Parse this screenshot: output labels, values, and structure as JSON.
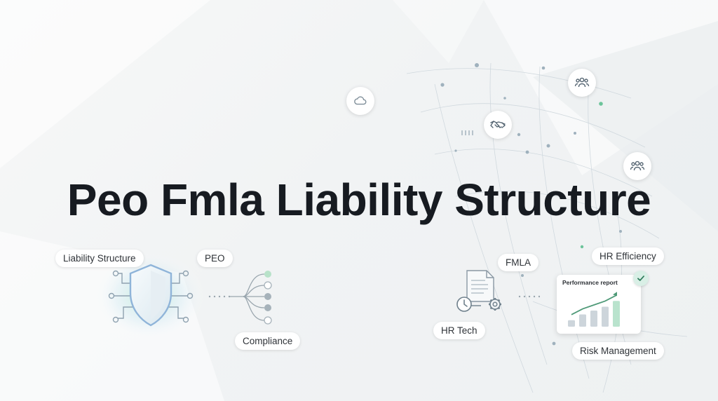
{
  "title": "Peo Fmla Liability Structure",
  "labels": {
    "liability_structure": "Liability Structure",
    "peo": "PEO",
    "compliance": "Compliance",
    "fmla": "FMLA",
    "hr_efficiency": "HR Efficiency",
    "hr_tech": "HR Tech",
    "risk_management": "Risk Management"
  },
  "report": {
    "title": "Performance report",
    "bar_levels": [
      0.2,
      0.38,
      0.5,
      0.62,
      0.8
    ]
  },
  "icons": {
    "cloud": "cloud-icon",
    "handshake": "handshake-icon",
    "people_top": "people-icon",
    "people_right": "people-icon",
    "shield": "shield-icon",
    "branch": "branch-icon",
    "document_gear": "document-gear-icon",
    "check": "check-icon"
  },
  "colors": {
    "title": "#171b21",
    "shield_glow": "#a8e6c9",
    "accent_green": "#6cc49a",
    "accent_blue": "#8fb4d9",
    "line": "#c9d3da"
  }
}
